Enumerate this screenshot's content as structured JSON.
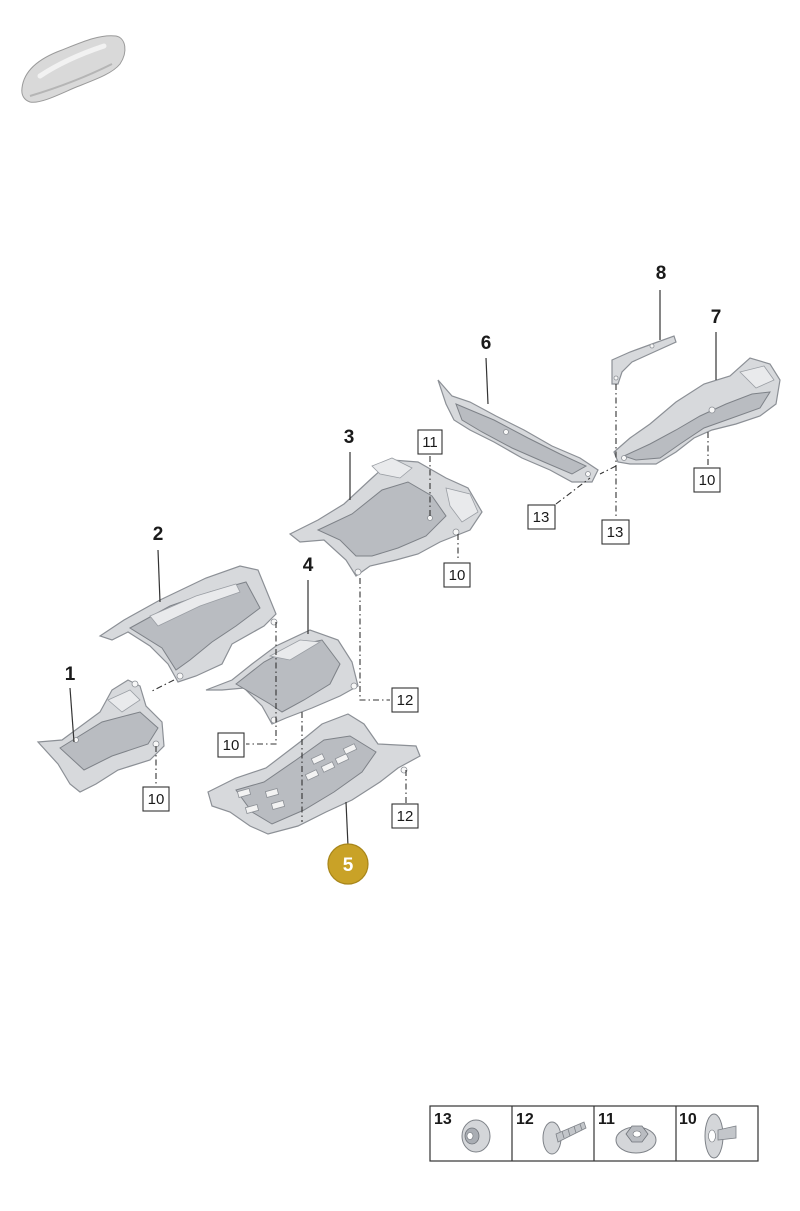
{
  "diagram": {
    "highlight_color": "#c9a227",
    "callouts": {
      "p1": "1",
      "p2": "2",
      "p3": "3",
      "p4": "4",
      "p5": "5",
      "p6": "6",
      "p7": "7",
      "p8": "8"
    },
    "fastener_refs": {
      "r11_p3": "11",
      "r10_p3": "10",
      "r13_p6": "13",
      "r13_p8": "13",
      "r10_p7": "10",
      "r12_p4": "12",
      "r10_p2": "10",
      "r10_p1": "10",
      "r12_p5": "12"
    },
    "legend": [
      {
        "number": "13",
        "icon": "collar-nut-icon"
      },
      {
        "number": "12",
        "icon": "screw-icon"
      },
      {
        "number": "11",
        "icon": "flange-nut-icon"
      },
      {
        "number": "10",
        "icon": "clip-nut-icon"
      }
    ],
    "thumbnail_icon": "vehicle-thumbnail-icon"
  }
}
